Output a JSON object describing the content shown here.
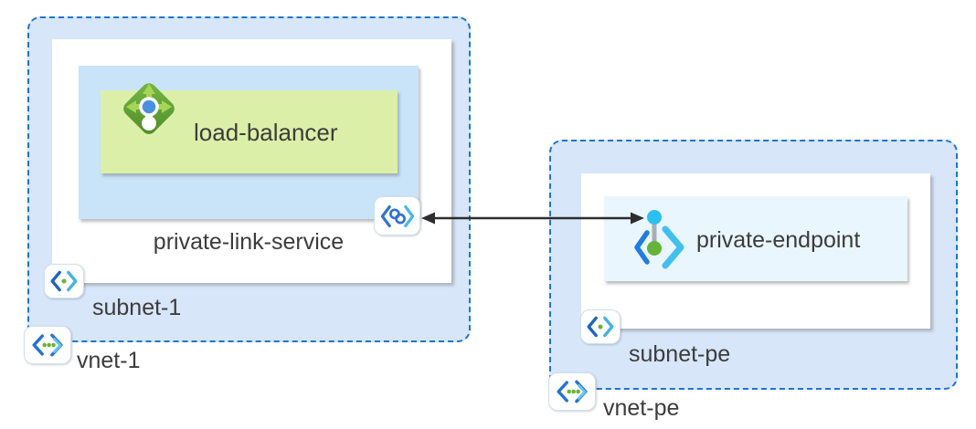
{
  "diagram": {
    "nodes": {
      "vnet1": {
        "label": "vnet-1",
        "icon": "virtual-network-icon"
      },
      "subnet1": {
        "label": "subnet-1",
        "icon": "subnet-icon"
      },
      "private_link_service": {
        "label": "private-link-service",
        "icon": "private-link-service-icon"
      },
      "load_balancer": {
        "label": "load-balancer",
        "icon": "load-balancer-icon"
      },
      "vnet_pe": {
        "label": "vnet-pe",
        "icon": "virtual-network-icon"
      },
      "subnet_pe": {
        "label": "subnet-pe",
        "icon": "subnet-icon"
      },
      "private_endpoint": {
        "label": "private-endpoint",
        "icon": "private-endpoint-icon"
      }
    },
    "connections": [
      {
        "from": "private-link-service",
        "to": "private-endpoint",
        "style": "bidirectional-arrow",
        "color": "#2d2d2d"
      }
    ],
    "colors": {
      "vnet_fill": "#d7e6f9",
      "vnet_border": "#1f74d4",
      "subnet_fill": "#ffffff",
      "private_link_service_fill": "#c9e4f8",
      "load_balancer_fill": "#dcefa8",
      "private_endpoint_fill": "#e9f6fd",
      "label_text": "#3c3c3c",
      "arrow": "#2d2d2d"
    }
  }
}
